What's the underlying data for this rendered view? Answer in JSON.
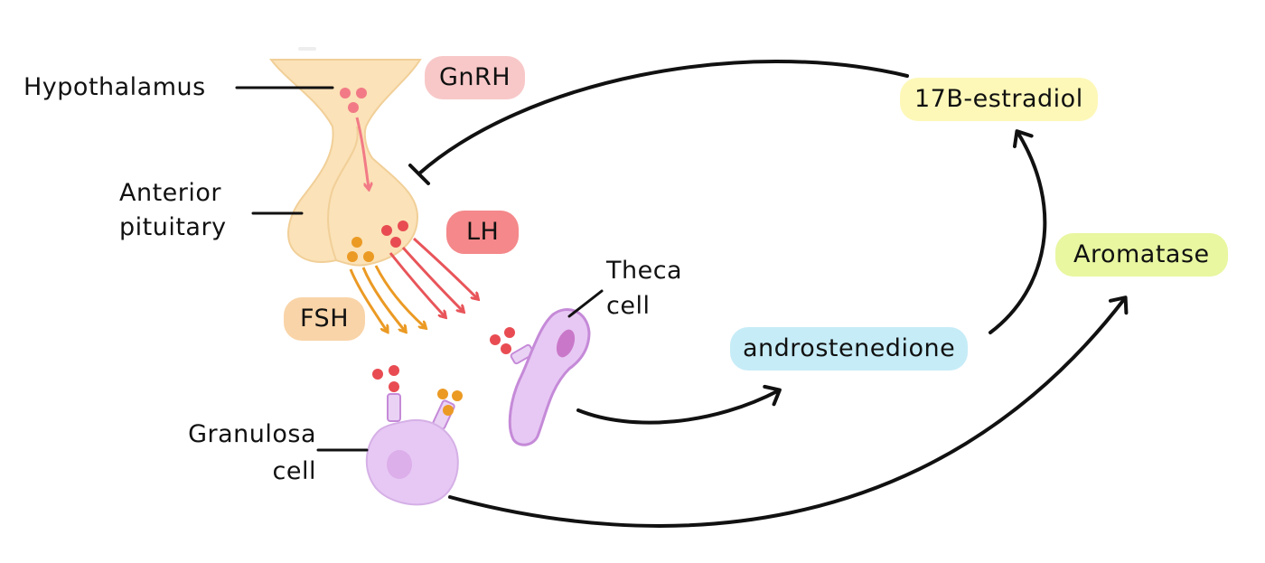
{
  "labels": {
    "hypothalamus": "Hypothalamus",
    "anterior_line1": "Anterior",
    "anterior_line2": "pituitary",
    "theca_line1": "Theca",
    "theca_line2": "cell",
    "granulosa_line1": "Granulosa",
    "granulosa_line2": "cell"
  },
  "hormones": {
    "gnrh": "GnRH",
    "lh": "LH",
    "fsh": "FSH"
  },
  "molecules": {
    "estradiol": "17B-estradiol",
    "aromatase": "Aromatase",
    "androstenedione": "androstenedione"
  },
  "colors": {
    "gland_fill": "#fbe2b8",
    "gland_stroke": "#f1cf98",
    "gnrh_bg": "#f8c8c8",
    "lh_bg": "#f4888a",
    "fsh_bg": "#f9d4a8",
    "estradiol_bg": "#fdf8b8",
    "aromatase_bg": "#e8f7a0",
    "androstenedione_bg": "#c6ecf7",
    "red_dot": "#e84c52",
    "orange_dot": "#eb9a24",
    "pink_dot": "#f27a86",
    "cell_fill": "#e7c8f4",
    "cell_stroke": "#c58ad8",
    "nucleus": "#c978c9"
  }
}
